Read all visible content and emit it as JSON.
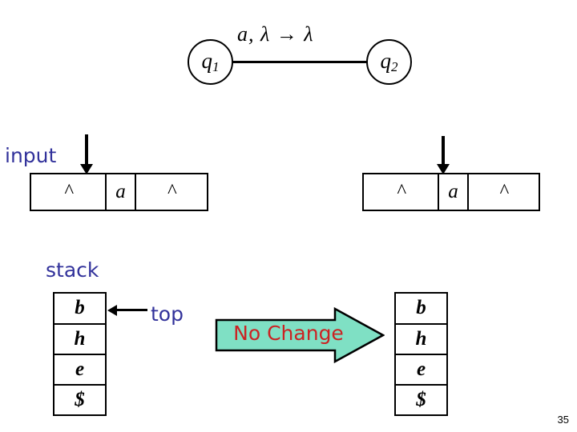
{
  "slide": {
    "page_number": "35",
    "accent_blue": "#32329b",
    "banner_fill": "#7fe0c4",
    "banner_text_color": "#cc2222"
  },
  "automaton": {
    "states": [
      {
        "name": "q1",
        "base": "q",
        "subscript": "1"
      },
      {
        "name": "q2",
        "base": "q",
        "subscript": "2"
      }
    ],
    "transition_label": "a,  λ → λ"
  },
  "labels": {
    "input": "input",
    "stack": "stack",
    "top": "top"
  },
  "input_tape_before": {
    "cells": [
      "^",
      "a",
      "^"
    ],
    "head_index": 0
  },
  "input_tape_after": {
    "cells": [
      "^",
      "a",
      "^"
    ],
    "head_index": 1
  },
  "stack_before": {
    "cells": [
      "b",
      "h",
      "e",
      "$"
    ],
    "top_index": 0
  },
  "stack_after": {
    "cells": [
      "b",
      "h",
      "e",
      "$"
    ],
    "top_index": 0
  },
  "banner": {
    "text": "No Change"
  }
}
